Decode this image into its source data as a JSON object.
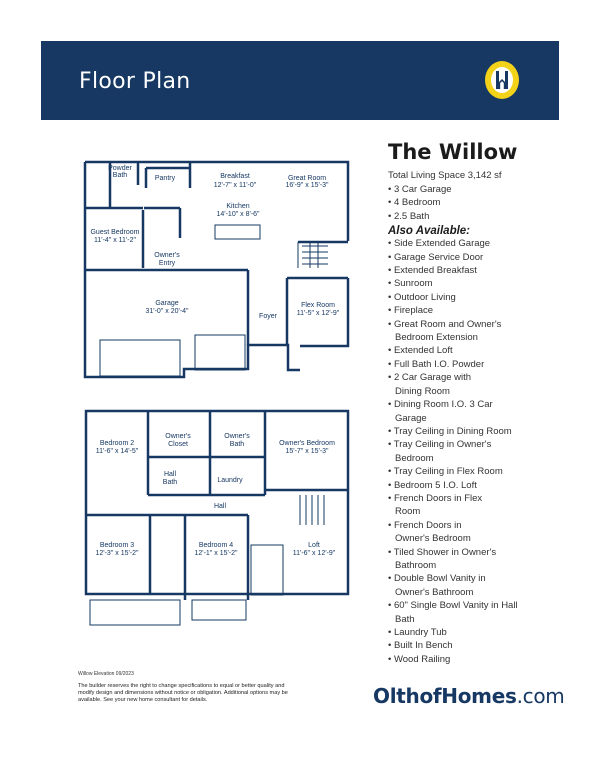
{
  "header": {
    "title": "Floor Plan",
    "logo_icon": "olthof-h-house-logo",
    "colors": {
      "banner": "#163862",
      "logo_ring": "#f3d21a",
      "logo_center": "#ffffff"
    }
  },
  "model": {
    "name": "The Willow",
    "total_living_space": "Total Living Space 3,142 sf",
    "standard_features": [
      "3 Car Garage",
      "4 Bedroom",
      "2.5 Bath"
    ],
    "also_available_label": "Also Available:",
    "options": [
      "Side Extended Garage",
      "Garage Service Door",
      "Extended Breakfast",
      "Sunroom",
      "Outdoor Living",
      "Fireplace",
      "Great Room and Owner's Bedroom Extension",
      "Extended Loft",
      "Full Bath I.O. Powder",
      "2 Car Garage with Dining Room",
      "Dining Room I.O. 3 Car Garage",
      "Tray Ceiling in Dining Room",
      "Tray Ceiling in Owner's Bedroom",
      "Tray Ceiling in Flex Room",
      "Bedroom 5 I.O. Loft",
      "French Doors in Flex Room",
      "French Doors in Owner's Bedroom",
      "Tiled Shower in Owner's Bathroom",
      "Double Bowl Vanity in Owner's Bathroom",
      "60\" Single Bowl Vanity in Hall Bath",
      "Laundry Tub",
      "Built In Bench",
      "Wood Railing"
    ]
  },
  "first_floor": {
    "rooms": [
      {
        "name": "Powder Bath",
        "dims": ""
      },
      {
        "name": "Pantry",
        "dims": ""
      },
      {
        "name": "Breakfast",
        "dims": "12'-7\" x 11'-0\""
      },
      {
        "name": "Great Room",
        "dims": "16'-9\" x 15'-3\""
      },
      {
        "name": "Kitchen",
        "dims": "14'-10\" x 8'-6\""
      },
      {
        "name": "Guest Bedroom",
        "dims": "11'-4\" x 11'-2\""
      },
      {
        "name": "Owner's Entry",
        "dims": ""
      },
      {
        "name": "Garage",
        "dims": "31'-0\" x 20'-4\""
      },
      {
        "name": "Foyer",
        "dims": ""
      },
      {
        "name": "Flex Room",
        "dims": "11'-5\" x 12'-9\""
      }
    ]
  },
  "second_floor": {
    "rooms": [
      {
        "name": "Bedroom 2",
        "dims": "11'-6\" x 14'-5\""
      },
      {
        "name": "Owner's Closet",
        "dims": ""
      },
      {
        "name": "Owner's Bath",
        "dims": ""
      },
      {
        "name": "Owner's Bedroom",
        "dims": "15'-7\" x 15'-3\""
      },
      {
        "name": "Hall Bath",
        "dims": ""
      },
      {
        "name": "Laundry",
        "dims": ""
      },
      {
        "name": "Hall",
        "dims": ""
      },
      {
        "name": "Bedroom 3",
        "dims": "12'-3\" x 15'-2\""
      },
      {
        "name": "Bedroom 4",
        "dims": "12'-1\" x 15'-2\""
      },
      {
        "name": "Loft",
        "dims": "11'-6\" x 12'-9\""
      }
    ]
  },
  "footer": {
    "code": "Willow Elevation 09/2023",
    "disclaimer": "The builder reserves the right to change specifications to equal or better quality and modify design and dimensions without notice or obligation. Additional options may be available. See your new home consultant for details.",
    "brand_main": "OlthofHomes",
    "brand_tld": ".com"
  }
}
